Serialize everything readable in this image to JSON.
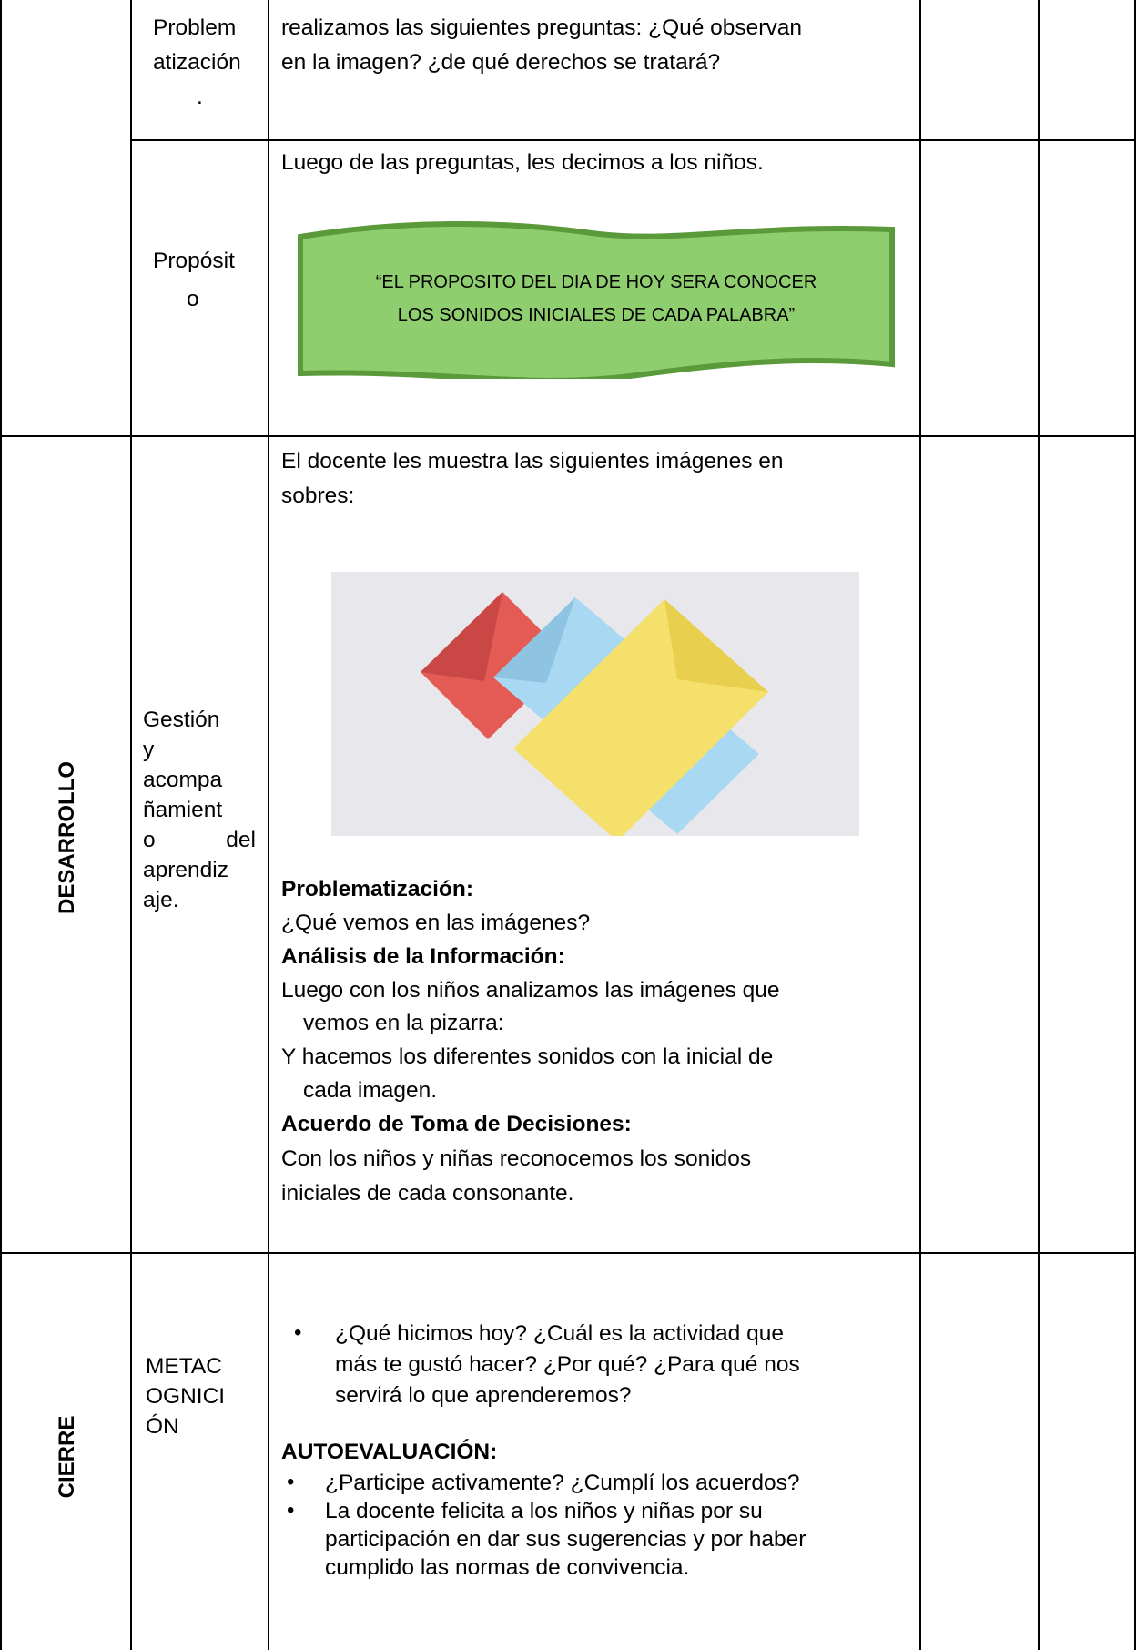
{
  "rows": {
    "problematizacion": {
      "label_lines": [
        "Problem",
        "atización",
        "."
      ],
      "text_lines": [
        "realizamos las siguientes preguntas: ¿Qué observan",
        "en la imagen? ¿de qué derechos se tratará?"
      ]
    },
    "proposito": {
      "label_lines": [
        "Propósit",
        "o"
      ],
      "intro": "Luego de las preguntas, les decimos a los niños.",
      "banner_lines": [
        "“EL PROPOSITO DEL DIA DE HOY SERA CONOCER",
        "LOS SONIDOS INICIALES DE CADA PALABRA”"
      ]
    },
    "desarrollo": {
      "phase": "DESARROLLO",
      "label_lines": [
        "Gestión",
        "y",
        "acompa",
        "ñamient",
        "o",
        "del",
        "aprendiz",
        "aje."
      ],
      "intro_lines": [
        "El docente les muestra las siguientes imágenes en",
        "sobres:"
      ],
      "problematizacion_title": "Problematización:",
      "problematizacion_text": "¿Qué vemos en las imágenes?",
      "analisis_title": "Análisis de la Información:",
      "analisis_lines": [
        "Luego con los niños analizamos las imágenes que",
        "vemos en la pizarra:",
        "Y hacemos los diferentes sonidos con la inicial de",
        "cada imagen."
      ],
      "acuerdo_title": "Acuerdo de Toma de Decisiones:",
      "acuerdo_lines": [
        "Con los niños y niñas reconocemos los sonidos",
        "iniciales de cada consonante."
      ]
    },
    "cierre": {
      "phase": "CIERRE",
      "label_lines": [
        "METAC",
        "OGNICI",
        "ÓN"
      ],
      "question_lines": [
        "¿Qué hicimos hoy? ¿Cuál es la actividad que",
        "más te gustó hacer? ¿Por qué? ¿Para qué nos",
        "servirá lo que aprenderemos?"
      ],
      "autoevaluacion_title": "AUTOEVALUACIÓN:",
      "auto_item1": "¿Participe activamente? ¿Cumplí los acuerdos?",
      "auto_item2_lines": [
        "La docente felicita a los niños y niñas por su",
        "participación en dar sus sugerencias y por haber",
        "cumplido las normas de convivencia."
      ]
    }
  },
  "colors": {
    "banner_fill": "#8fce6f",
    "banner_stroke": "#5a9a3a",
    "envelope_red": "#e45b55",
    "envelope_blue": "#a9d8f2",
    "envelope_yellow": "#f4e06b"
  }
}
